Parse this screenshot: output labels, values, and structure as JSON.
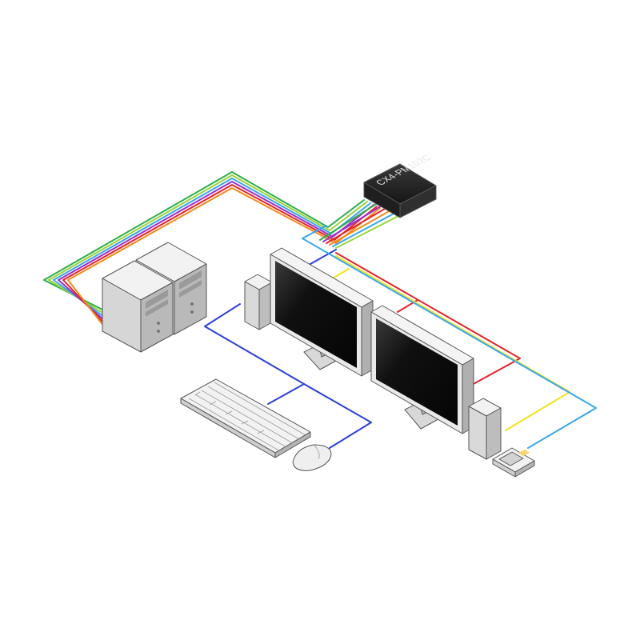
{
  "kvm_switch": {
    "label": "CX4-PM102C"
  },
  "colors": {
    "background": "#ffffff",
    "cable_blue": "#2c3fd6",
    "cable_red": "#e0262b",
    "cable_yellow": "#f2e21f",
    "cable_lightblue": "#3aa6e8",
    "cable_green": "#2fae4a",
    "cable_purple": "#9b2fc7",
    "cable_orange": "#f08a1c",
    "cable_lime": "#9bd23a",
    "device_body": "#e8e8e8",
    "device_side": "#b9b9b9",
    "screen": "#121212",
    "kvm_body": "#2a2a2a"
  },
  "devices": [
    {
      "name": "computer-1",
      "icon": "desktop-tower"
    },
    {
      "name": "computer-2",
      "icon": "desktop-tower"
    },
    {
      "name": "monitor-1",
      "icon": "lcd-monitor"
    },
    {
      "name": "monitor-2",
      "icon": "lcd-monitor"
    },
    {
      "name": "speaker-left",
      "icon": "speaker"
    },
    {
      "name": "speaker-right",
      "icon": "speaker"
    },
    {
      "name": "keyboard",
      "icon": "keyboard"
    },
    {
      "name": "mouse",
      "icon": "mouse"
    },
    {
      "name": "microphone",
      "icon": "microphone-pad"
    }
  ]
}
